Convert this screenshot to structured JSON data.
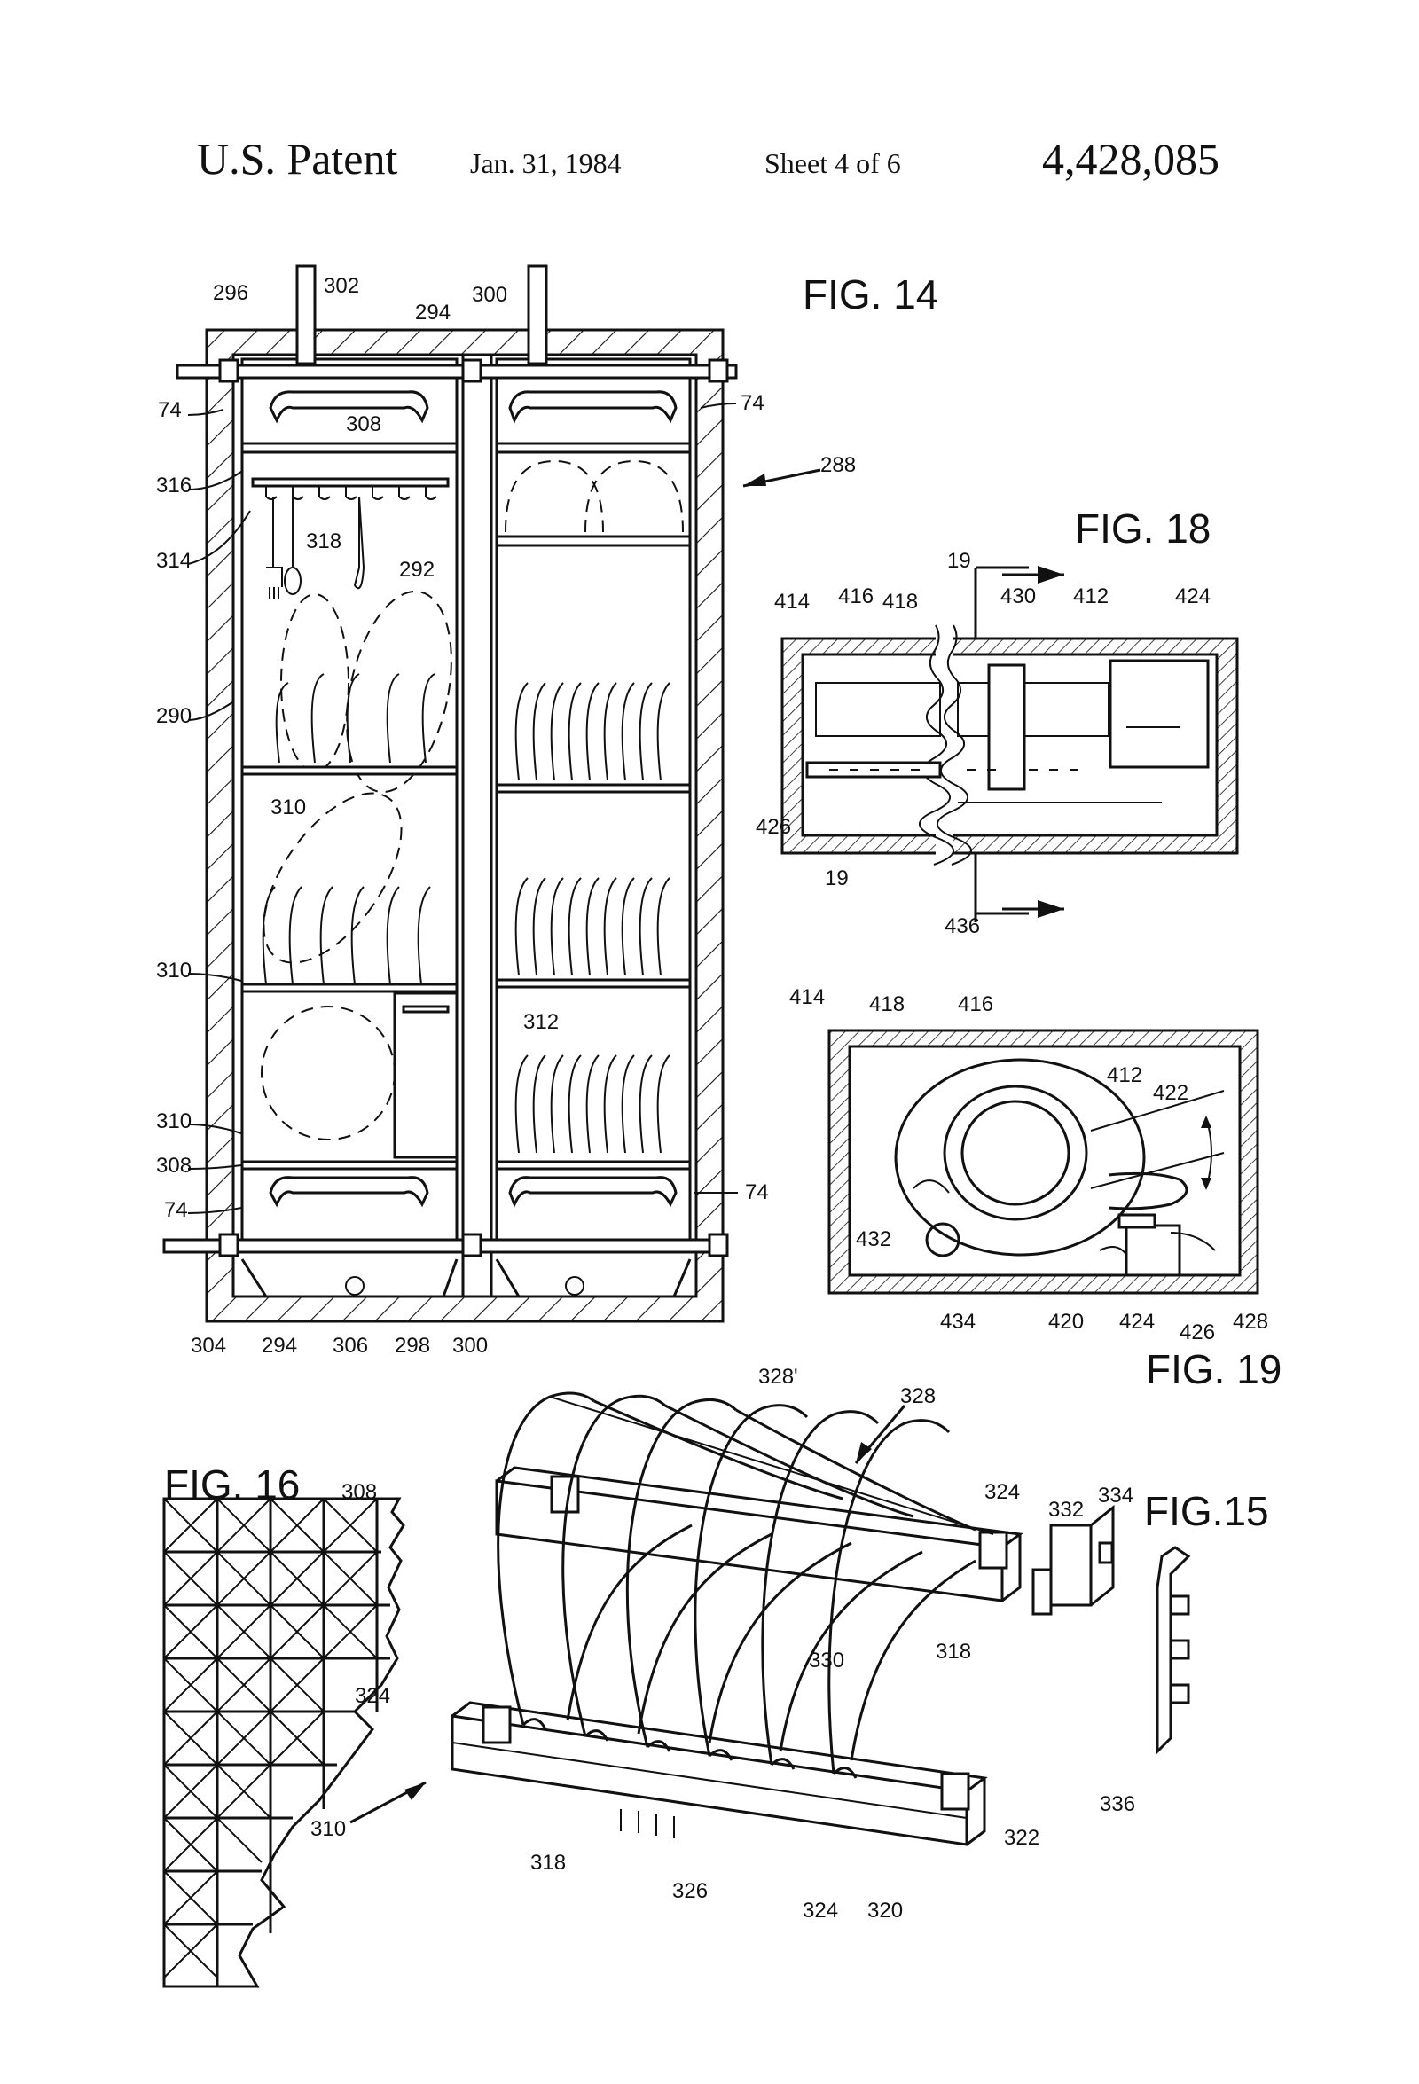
{
  "header": {
    "patent": "U.S. Patent",
    "date": "Jan. 31, 1984",
    "sheet": "Sheet 4 of 6",
    "number": "4,428,085"
  },
  "figures": {
    "fig14": "FIG. 14",
    "fig15": "FIG.15",
    "fig16": "FIG. 16",
    "fig18": "FIG. 18",
    "fig19": "FIG. 19"
  },
  "fig14_refs": [
    "296",
    "302",
    "294",
    "300",
    "74",
    "74",
    "308",
    "316",
    "288",
    "314",
    "318",
    "292",
    "290",
    "310",
    "310",
    "312",
    "310",
    "308",
    "74",
    "74",
    "304",
    "294",
    "306",
    "298",
    "300"
  ],
  "fig18_refs": [
    "19",
    "436",
    "414",
    "416",
    "418",
    "430",
    "412",
    "424",
    "426",
    "19"
  ],
  "fig19_refs": [
    "414",
    "418",
    "416",
    "412",
    "422",
    "432",
    "434",
    "420",
    "424",
    "426",
    "428"
  ],
  "fig15_refs": [
    "328'",
    "328",
    "324",
    "332",
    "334",
    "318",
    "330",
    "324",
    "310",
    "326",
    "318",
    "324",
    "320",
    "322",
    "336"
  ],
  "fig16_refs": [
    "308"
  ]
}
